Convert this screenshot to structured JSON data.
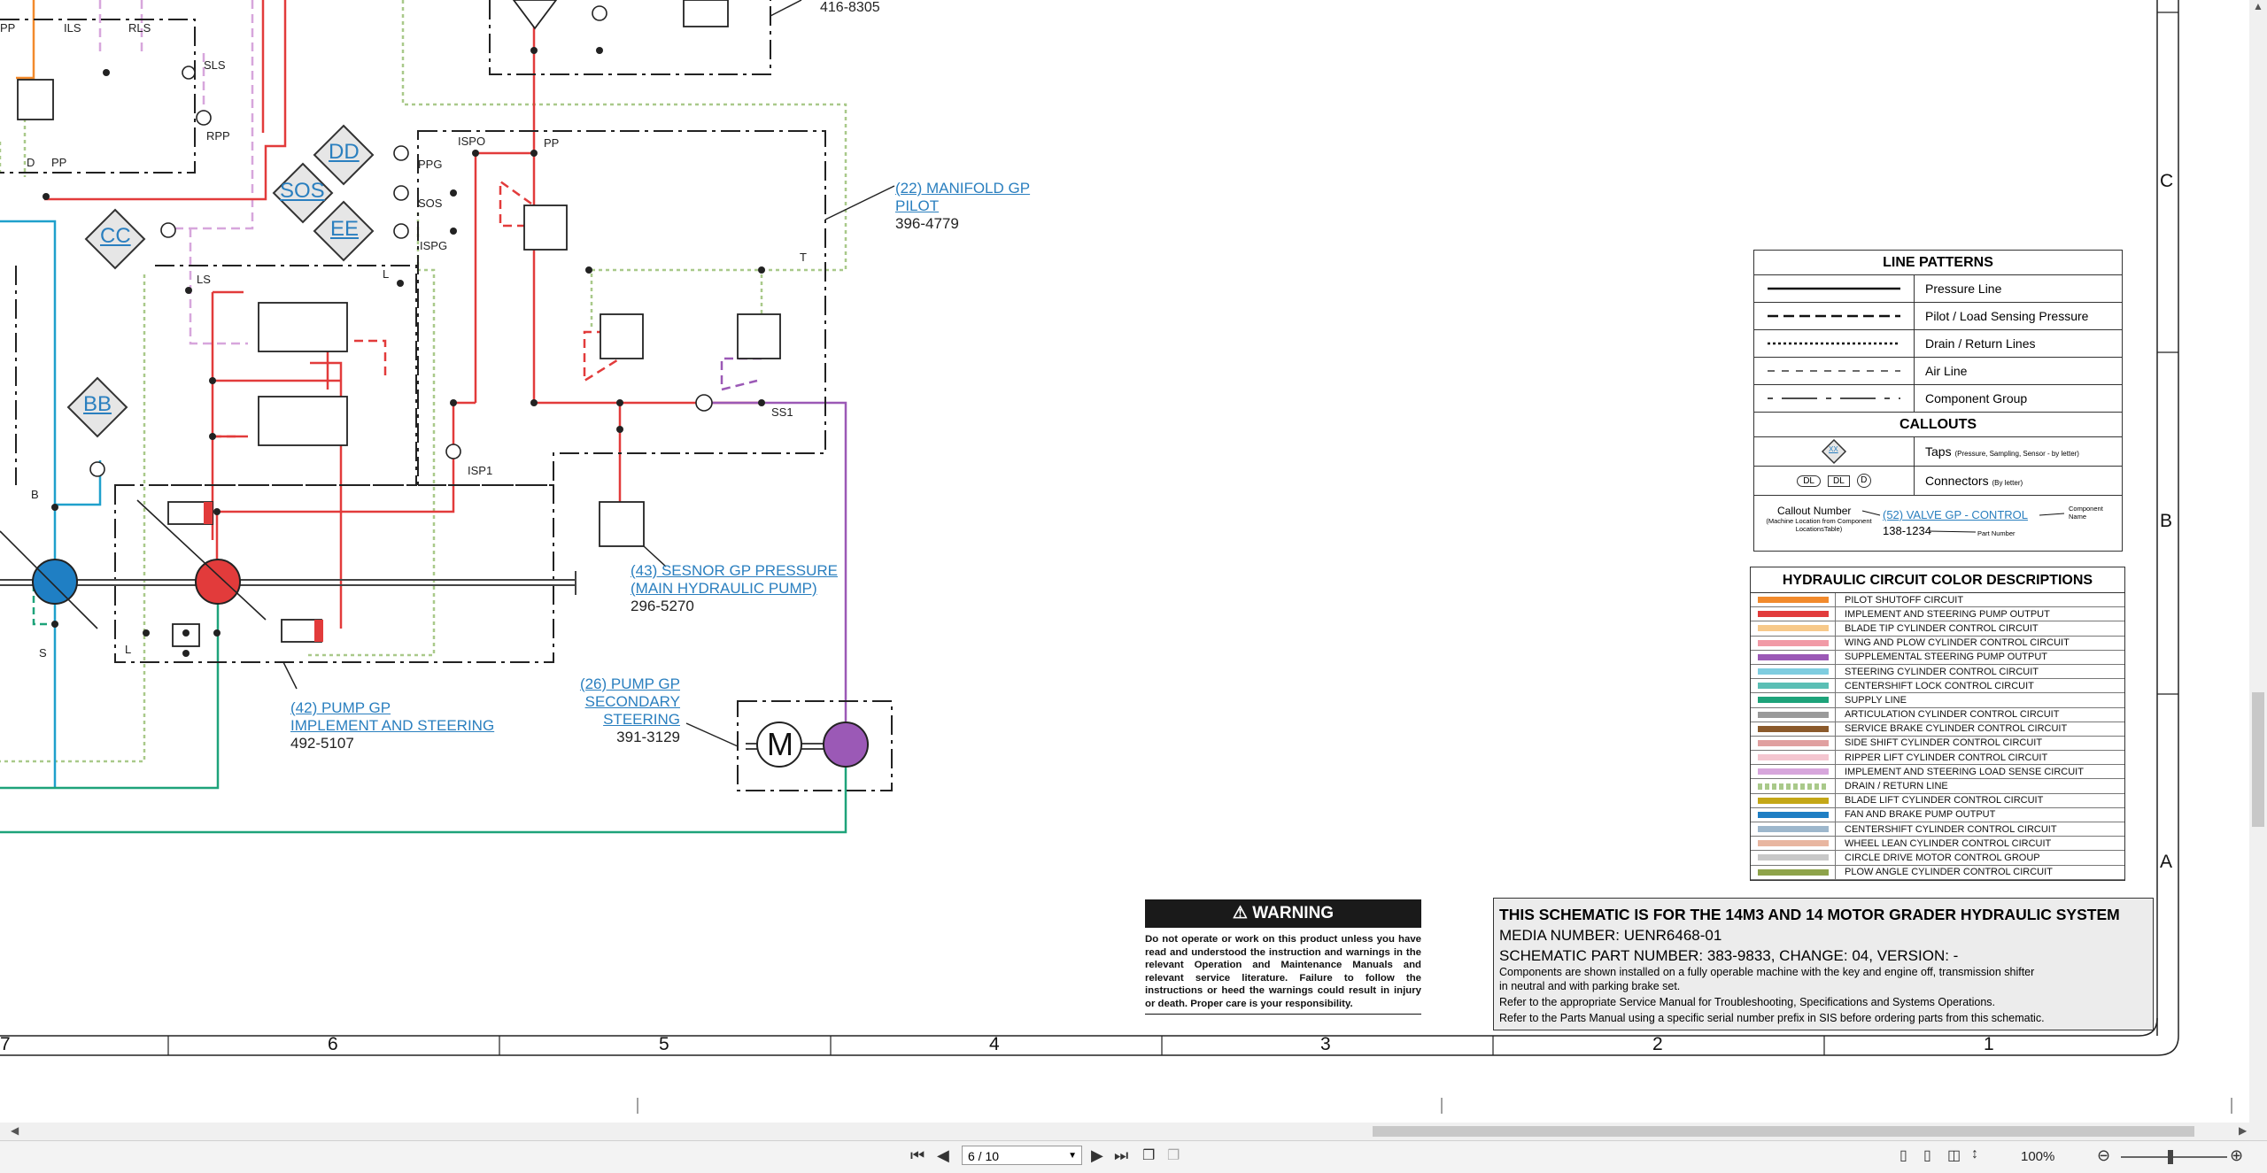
{
  "diagram": {
    "callouts": [
      {
        "id": "c42",
        "number": "(42)",
        "name": "PUMP GP IMPLEMENT AND STEERING",
        "lines": [
          "(42) PUMP GP",
          "IMPLEMENT AND STEERING"
        ],
        "part": "492-5107"
      },
      {
        "id": "c26",
        "number": "(26)",
        "name": "PUMP GP SECONDARY STEERING",
        "lines": [
          "(26) PUMP GP",
          "SECONDARY",
          "STEERING"
        ],
        "part": "391-3129"
      },
      {
        "id": "c43",
        "number": "(43)",
        "name": "SESNOR GP PRESSURE (MAIN HYDRAULIC PUMP)",
        "lines": [
          "(43) SESNOR GP PRESSURE",
          "(MAIN HYDRAULIC PUMP)"
        ],
        "part": "296-5270"
      },
      {
        "id": "c22",
        "number": "(22)",
        "name": "MANIFOLD GP PILOT",
        "lines": [
          "(22) MANIFOLD GP",
          "PILOT"
        ],
        "part": "396-4779"
      }
    ],
    "top_part": "416-8305",
    "taps": [
      "CC",
      "BB",
      "DD",
      "SOS",
      "EE"
    ],
    "port_labels": [
      "PP",
      "ILS",
      "RLS",
      "SLS",
      "RPP",
      "D",
      "PP",
      "ISPO",
      "PP",
      "PPG",
      "SOS",
      "ISPG",
      "LS",
      "L",
      "T",
      "SS1",
      "ISP1",
      "B",
      "S",
      "L"
    ],
    "motor_label": "M"
  },
  "line_patterns": {
    "title": "LINE PATTERNS",
    "rows": [
      {
        "label": "Pressure Line",
        "style": "solid"
      },
      {
        "label": "Pilot / Load Sensing Pressure",
        "style": "dashed"
      },
      {
        "label": "Drain / Return Lines",
        "style": "dotted"
      },
      {
        "label": "Air Line",
        "style": "thin-dashed"
      },
      {
        "label": "Component Group",
        "style": "dash-dot"
      }
    ],
    "callouts_title": "CALLOUTS",
    "taps_label": "Taps",
    "taps_note": "(Pressure, Sampling, Sensor - by letter)",
    "taps_symbol": "XX",
    "connectors_label": "Connectors",
    "connectors_note": "(By letter)",
    "connector_symbols": [
      "DL",
      "DL",
      "D"
    ],
    "callout_number_label": "Callout Number",
    "callout_number_note": "(Machine Location from Component LocationsTable)",
    "example_link": "(52) VALVE GP - CONTROL",
    "example_part": "138-1234",
    "component_name_label": "Component Name",
    "part_number_label": "Part Number"
  },
  "color_descriptions": {
    "title": "HYDRAULIC CIRCUIT COLOR DESCRIPTIONS",
    "rows": [
      {
        "name": "PILOT SHUTOFF CIRCUIT",
        "color": "#f28a2c"
      },
      {
        "name": "IMPLEMENT AND STEERING PUMP OUTPUT",
        "color": "#e23b3b"
      },
      {
        "name": "BLADE TIP CYLINDER CONTROL CIRCUIT",
        "color": "#f7c98a"
      },
      {
        "name": "WING AND PLOW CYLINDER CONTROL CIRCUIT",
        "color": "#f19aa6"
      },
      {
        "name": "SUPPLEMENTAL STEERING PUMP OUTPUT",
        "color": "#9b59b6"
      },
      {
        "name": "STEERING CYLINDER CONTROL CIRCUIT",
        "color": "#7fcde0"
      },
      {
        "name": "CENTERSHIFT LOCK CONTROL CIRCUIT",
        "color": "#5bbfb5"
      },
      {
        "name": "SUPPLY LINE",
        "color": "#1ea37a"
      },
      {
        "name": "ARTICULATION CYLINDER CONTROL CIRCUIT",
        "color": "#9a9a9a"
      },
      {
        "name": "SERVICE BRAKE CYLINDER CONTROL CIRCUIT",
        "color": "#8b5a2b"
      },
      {
        "name": "SIDE SHIFT CYLINDER CONTROL CIRCUIT",
        "color": "#e0a0a0"
      },
      {
        "name": "RIPPER LIFT CYLINDER CONTROL CIRCUIT",
        "color": "#f4c6d0"
      },
      {
        "name": "IMPLEMENT AND STEERING LOAD SENSE CIRCUIT",
        "color": "#d7a6dc"
      },
      {
        "name": "DRAIN / RETURN LINE",
        "color": "#a9c98a",
        "dotted": true
      },
      {
        "name": "BLADE LIFT CYLINDER CONTROL CIRCUIT",
        "color": "#c4a717"
      },
      {
        "name": "FAN AND BRAKE PUMP OUTPUT",
        "color": "#1f7fc4"
      },
      {
        "name": "CENTERSHIFT CYLINDER CONTROL CIRCUIT",
        "color": "#9db7cc"
      },
      {
        "name": "WHEEL LEAN CYLINDER CONTROL CIRCUIT",
        "color": "#e8b6a0"
      },
      {
        "name": "CIRCLE DRIVE MOTOR CONTROL GROUP",
        "color": "#c8c8c8"
      },
      {
        "name": "PLOW ANGLE CYLINDER CONTROL CIRCUIT",
        "color": "#8ea34a"
      }
    ]
  },
  "warning": {
    "title": "WARNING",
    "text": "Do not operate or work on this product unless you have read and understood the instruction and warnings in the relevant Operation and Maintenance Manuals and relevant service literature. Failure to follow the instructions or heed the warnings could result in injury or death. Proper care is your responsibility."
  },
  "info": {
    "title": "THIS SCHEMATIC IS FOR THE 14M3 AND 14 MOTOR GRADER HYDRAULIC SYSTEM",
    "media": "MEDIA NUMBER: UENR6468-01",
    "part": "SCHEMATIC PART NUMBER: 383-9833, CHANGE: 04, VERSION: -",
    "note1": "Components are shown installed on a fully operable machine with the key and engine off, transmission shifter",
    "note2": "in neutral and with parking brake set.",
    "note3": "Refer to the appropriate Service Manual for Troubleshooting, Specifications and Systems Operations.",
    "note4": "Refer to the Parts Manual using a specific serial number prefix in SIS before ordering parts from this schematic."
  },
  "zones": {
    "columns": [
      "7",
      "6",
      "5",
      "4",
      "3",
      "2",
      "1"
    ],
    "rows": [
      "C",
      "B",
      "A"
    ]
  },
  "viewer": {
    "page": "6 / 10",
    "zoom": "100%"
  }
}
